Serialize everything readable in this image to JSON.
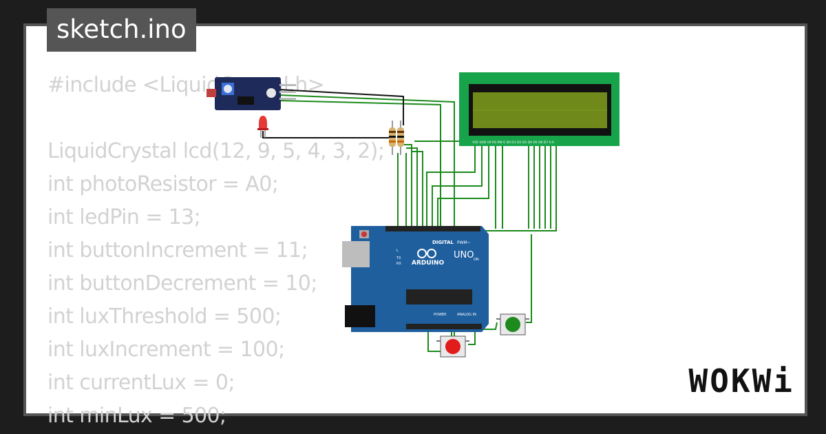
{
  "tab": {
    "title": "sketch.ino"
  },
  "code": {
    "lines": [
      "#include <LiquidCrystal.h>",
      "",
      "LiquidCrystal lcd(12, 9, 5, 4, 3, 2);",
      "int photoResistor = A0;",
      "int ledPin = 13;",
      "int buttonIncrement = 11;",
      "int buttonDecrement = 10;",
      "int luxThreshold = 500;",
      "int luxIncrement = 100;",
      "int currentLux = 0;",
      "int minLux = 500;"
    ]
  },
  "board": {
    "brand": "ARDUINO",
    "model": "UNO",
    "labels": {
      "digital": "DIGITAL",
      "pwm": "PWM~",
      "power": "POWER",
      "analog": "ANALOG IN",
      "on": "ON",
      "tx": "TX",
      "rx": "RX",
      "l": "L"
    }
  },
  "lcd": {
    "pin_labels": "VSS VDD V0 RS RW E D0 D1 D2 D3 D4 D5 D6 D7 A K"
  },
  "logo": {
    "text": "WOKWi"
  },
  "colors": {
    "wire": "#1a8a1a",
    "wire_dark": "#111111",
    "board": "#1f5f9e",
    "lcd_pcb": "#16a34a",
    "lcd_screen": "#6f8a1a",
    "button_red": "#e21b1b",
    "button_green": "#1d8a1d",
    "led": "#e53935",
    "sensor_pcb": "#1e2a5a",
    "tab_bg": "#555555",
    "code_text": "#d2d2d2"
  }
}
